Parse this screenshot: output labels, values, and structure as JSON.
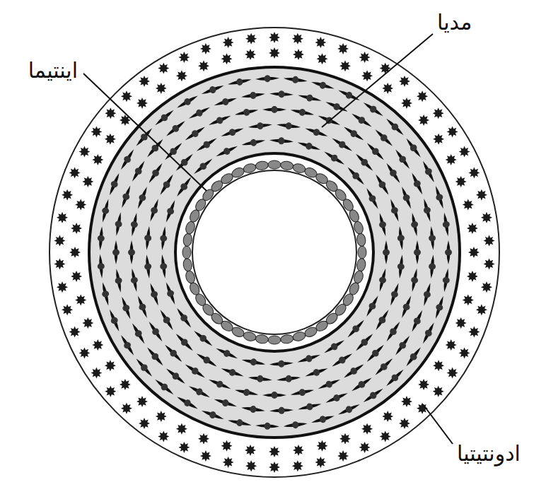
{
  "diagram": {
    "labels": [
      "مدیا",
      "اینتیما",
      "ادونتیتیا"
    ]
  }
}
